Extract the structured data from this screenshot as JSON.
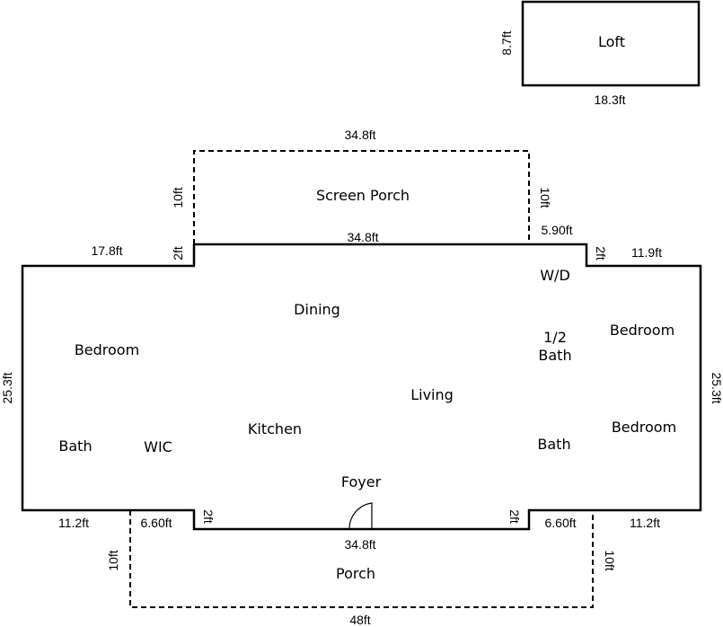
{
  "rooms": {
    "loft": "Loft",
    "screen_porch": "Screen Porch",
    "dining": "Dining",
    "bedroom_left": "Bedroom",
    "living": "Living",
    "kitchen": "Kitchen",
    "bath_left": "Bath",
    "wic": "WIC",
    "foyer": "Foyer",
    "wd": "W/D",
    "half_bath_1": "1/2",
    "half_bath_2": "Bath",
    "bedroom_right_top": "Bedroom",
    "bedroom_right_bottom": "Bedroom",
    "bath_right": "Bath",
    "porch": "Porch"
  },
  "dimensions": {
    "loft_height": "8.7ft",
    "loft_width": "18.3ft",
    "screen_porch_top": "34.8ft",
    "screen_porch_left": "10ft",
    "screen_porch_right": "10ft",
    "screen_porch_bottom": "34.8ft",
    "right_offset": "5.90ft",
    "left_top_width": "17.8ft",
    "left_notch": "2ft",
    "right_notch": "2ft",
    "right_top_width": "11.9ft",
    "left_height": "25.3ft",
    "right_height": "25.3ft",
    "bottom_left": "11.2ft",
    "bottom_left_offset": "6.60ft",
    "bottom_left_notch": "2ft",
    "bottom_right_notch": "2ft",
    "bottom_right_offset": "6.60ft",
    "bottom_right": "11.2ft",
    "front_wall": "34.8ft",
    "porch_left": "10ft",
    "porch_right": "10ft",
    "porch_bottom": "48ft"
  }
}
